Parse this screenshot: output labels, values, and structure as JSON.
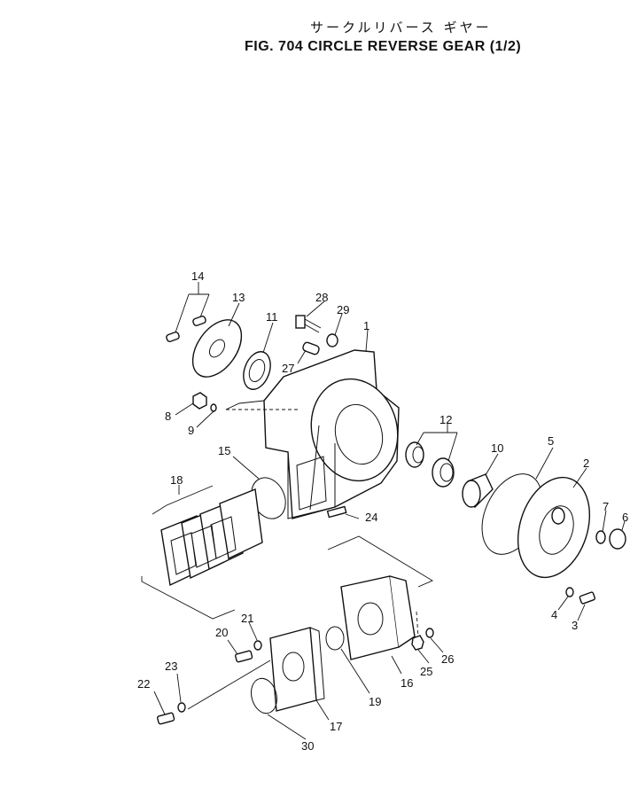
{
  "header": {
    "title_jp": "サークルリバース ギヤー",
    "title_en": "FIG. 704 CIRCLE REVERSE GEAR (1/2)"
  },
  "callouts": [
    "1",
    "2",
    "3",
    "4",
    "5",
    "6",
    "7",
    "8",
    "9",
    "10",
    "11",
    "12",
    "13",
    "14",
    "15",
    "16",
    "17",
    "18",
    "19",
    "20",
    "21",
    "22",
    "23",
    "24",
    "25",
    "26",
    "27",
    "28",
    "29",
    "30"
  ],
  "colors": {
    "ink": "#111111",
    "paper": "#ffffff"
  }
}
